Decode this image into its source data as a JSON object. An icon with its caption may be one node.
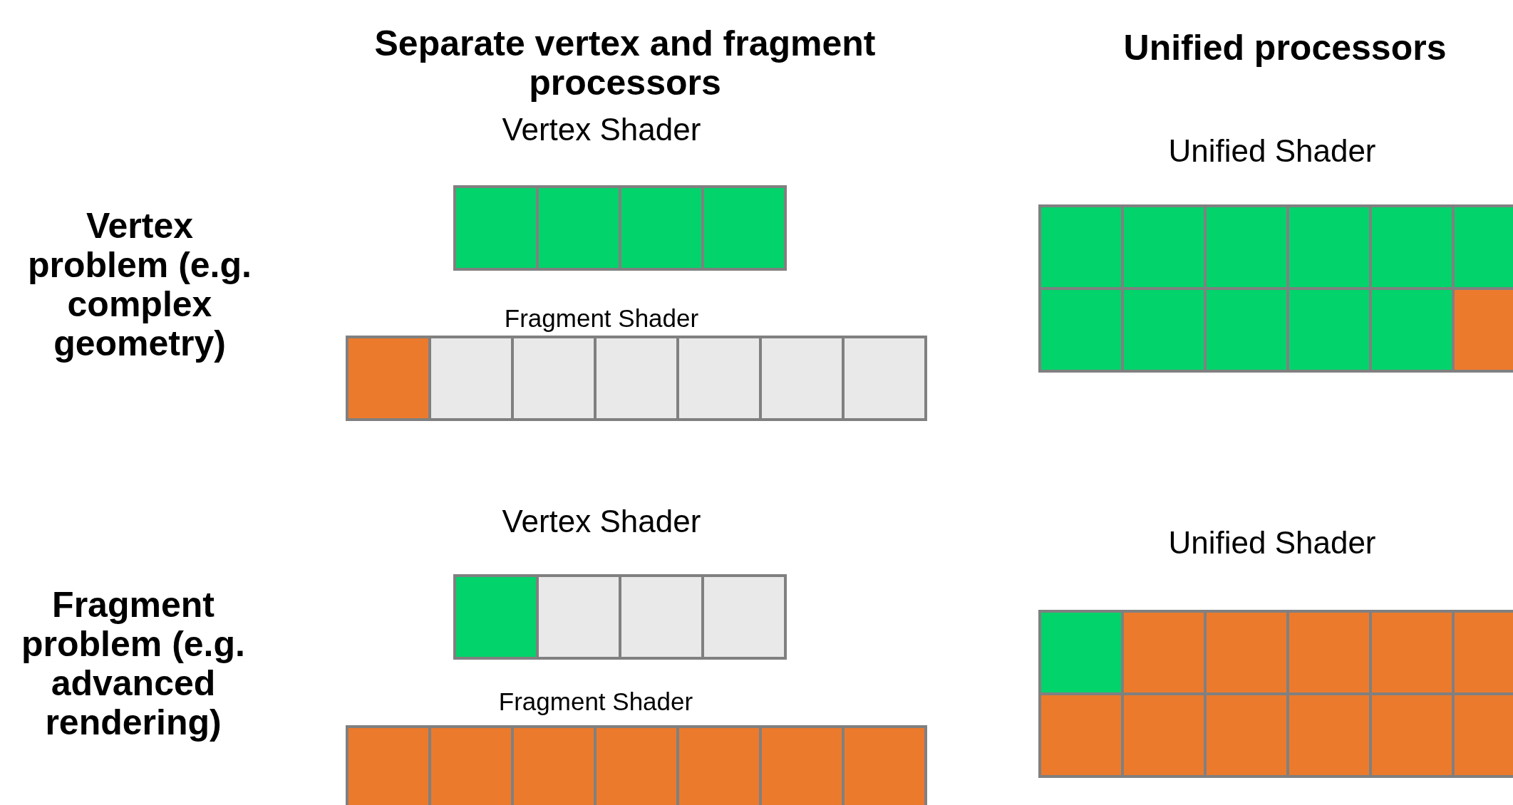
{
  "diagram": {
    "labels": [
      "Separate vertex and fragment processors",
      "Unified processors",
      "Vertex problem (e.g. complex geometry)",
      "Vertex Shader",
      "Fragment Shader",
      "Unified Shader",
      "Fragment problem (e.g. advanced rendering)",
      "Vertex Shader",
      "Fragment Shader",
      "Unified Shader"
    ]
  }
}
